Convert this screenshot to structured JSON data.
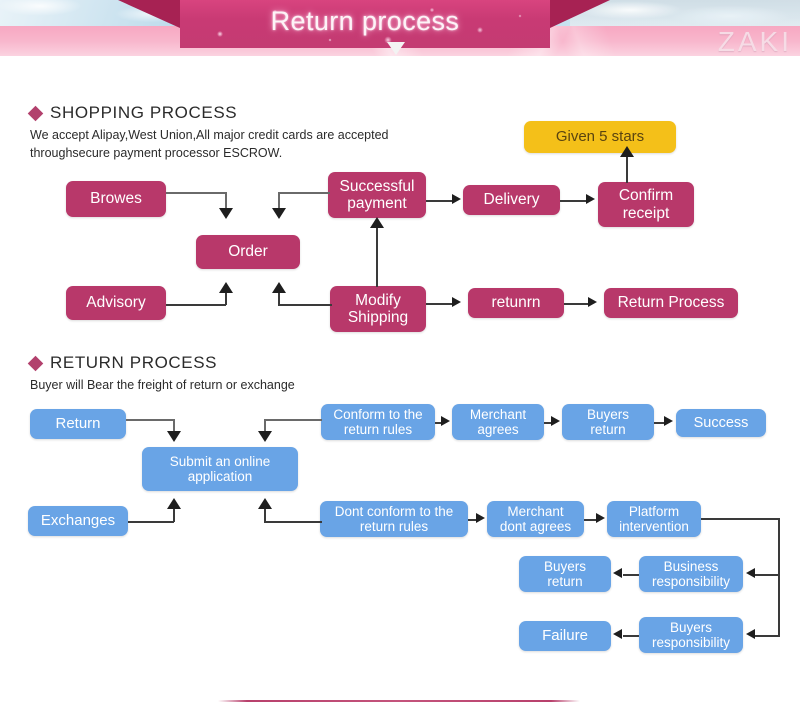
{
  "banner": {
    "title": "Return process",
    "brand": "ZAKI"
  },
  "shopping_section": {
    "heading": "SHOPPING PROCESS",
    "bullet_icon": "diamond-icon",
    "description_line1": "We accept Alipay,West Union,All major credit cards are accepted",
    "description_line2": "throughsecure payment processor ESCROW.",
    "nodes": [
      {
        "id": "browes",
        "label": "Browes"
      },
      {
        "id": "order",
        "label": "Order"
      },
      {
        "id": "advisory",
        "label": "Advisory"
      },
      {
        "id": "successful-payment",
        "label": "Successful\npayment",
        "line1": "Successful",
        "line2": "payment"
      },
      {
        "id": "modify-shipping",
        "label": "Modify\nShipping",
        "line1": "Modify",
        "line2": "Shipping"
      },
      {
        "id": "delivery",
        "label": "Delivery"
      },
      {
        "id": "confirm-receipt",
        "label": "Confirm\nreceipt",
        "line1": "Confirm",
        "line2": "receipt"
      },
      {
        "id": "given-5-stars",
        "label": "Given 5 stars"
      },
      {
        "id": "returnn",
        "label": "retunrn"
      },
      {
        "id": "return-process",
        "label": "Return Process"
      }
    ]
  },
  "return_section": {
    "heading": "RETURN PROCESS",
    "bullet_icon": "diamond-icon",
    "description": "Buyer will Bear the freight of return or exchange",
    "nodes": [
      {
        "id": "return",
        "label": "Return"
      },
      {
        "id": "exchanges",
        "label": "Exchanges"
      },
      {
        "id": "submit-online-application",
        "label": "Submit an online\napplication",
        "line1": "Submit an online",
        "line2": "application"
      },
      {
        "id": "conform-to-return-rules",
        "line1": "Conform to the",
        "line2": "return rules"
      },
      {
        "id": "dont-conform-to-return-rules",
        "line1": "Dont conform to the",
        "line2": "return rules"
      },
      {
        "id": "merchant-agrees",
        "line1": "Merchant",
        "line2": "agrees"
      },
      {
        "id": "merchant-dont-agrees",
        "line1": "Merchant",
        "line2": "dont agrees"
      },
      {
        "id": "buyers-return-top",
        "line1": "Buyers",
        "line2": "return"
      },
      {
        "id": "success",
        "label": "Success"
      },
      {
        "id": "platform-intervention",
        "line1": "Platform",
        "line2": "intervention"
      },
      {
        "id": "business-responsibility",
        "line1": "Business",
        "line2": "responsibility"
      },
      {
        "id": "buyers-responsibility",
        "line1": "Buyers",
        "line2": "responsibility"
      },
      {
        "id": "buyers-return-bottom",
        "line1": "Buyers",
        "line2": "return"
      },
      {
        "id": "failure",
        "label": "Failure"
      }
    ]
  },
  "colors": {
    "pink_node": "#b8386a",
    "blue_node": "#69a4e6",
    "yellow_node": "#f4c019",
    "banner_ribbon": "#c93a74",
    "diamond_bullet": "#b2416d",
    "arrow": "#1e1e1e"
  }
}
